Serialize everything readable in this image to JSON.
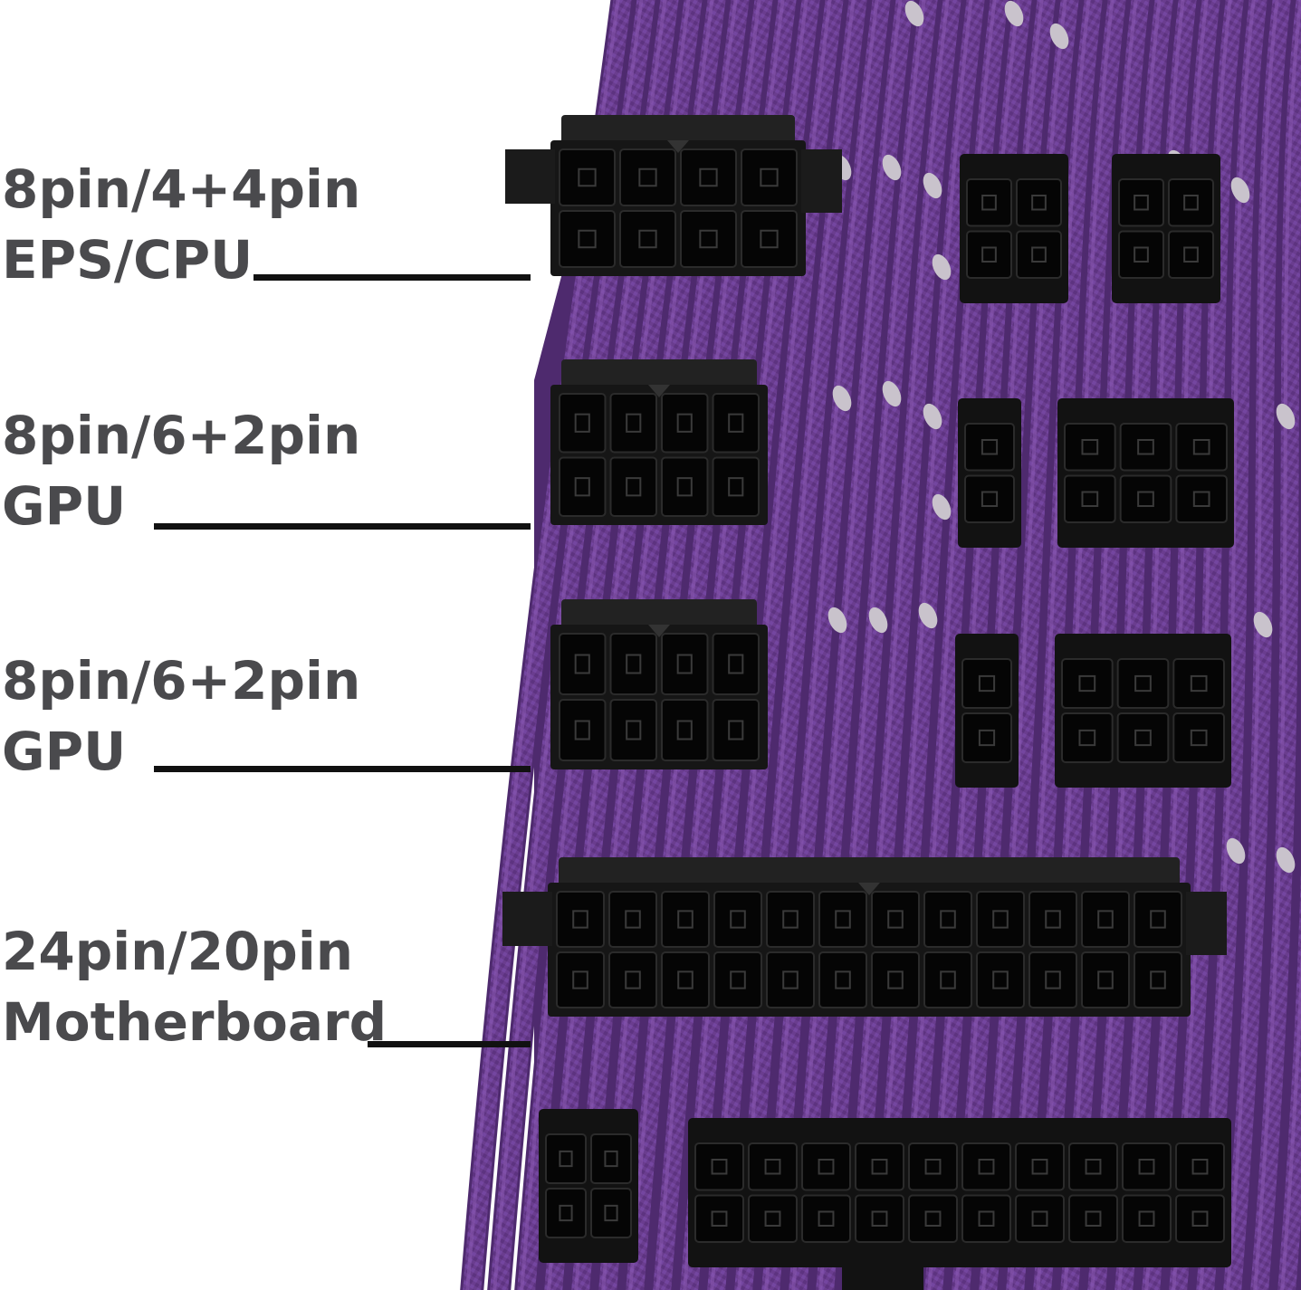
{
  "colors": {
    "sleeve": "#6a3d8f",
    "sleeve_dark": "#4e2a6e",
    "sleeve_light": "#8a5ab2",
    "connector": "#161616",
    "comb": "#c9c3cc",
    "text": "#4a4a4d",
    "leader": "#111111"
  },
  "labels": [
    {
      "line1": "8pin/4+4pin",
      "line2": "EPS/CPU"
    },
    {
      "line1": "8pin/6+2pin",
      "line2": "GPU"
    },
    {
      "line1": "8pin/6+2pin",
      "line2": "GPU"
    },
    {
      "line1": "24pin/20pin",
      "line2": "Motherboard"
    }
  ]
}
